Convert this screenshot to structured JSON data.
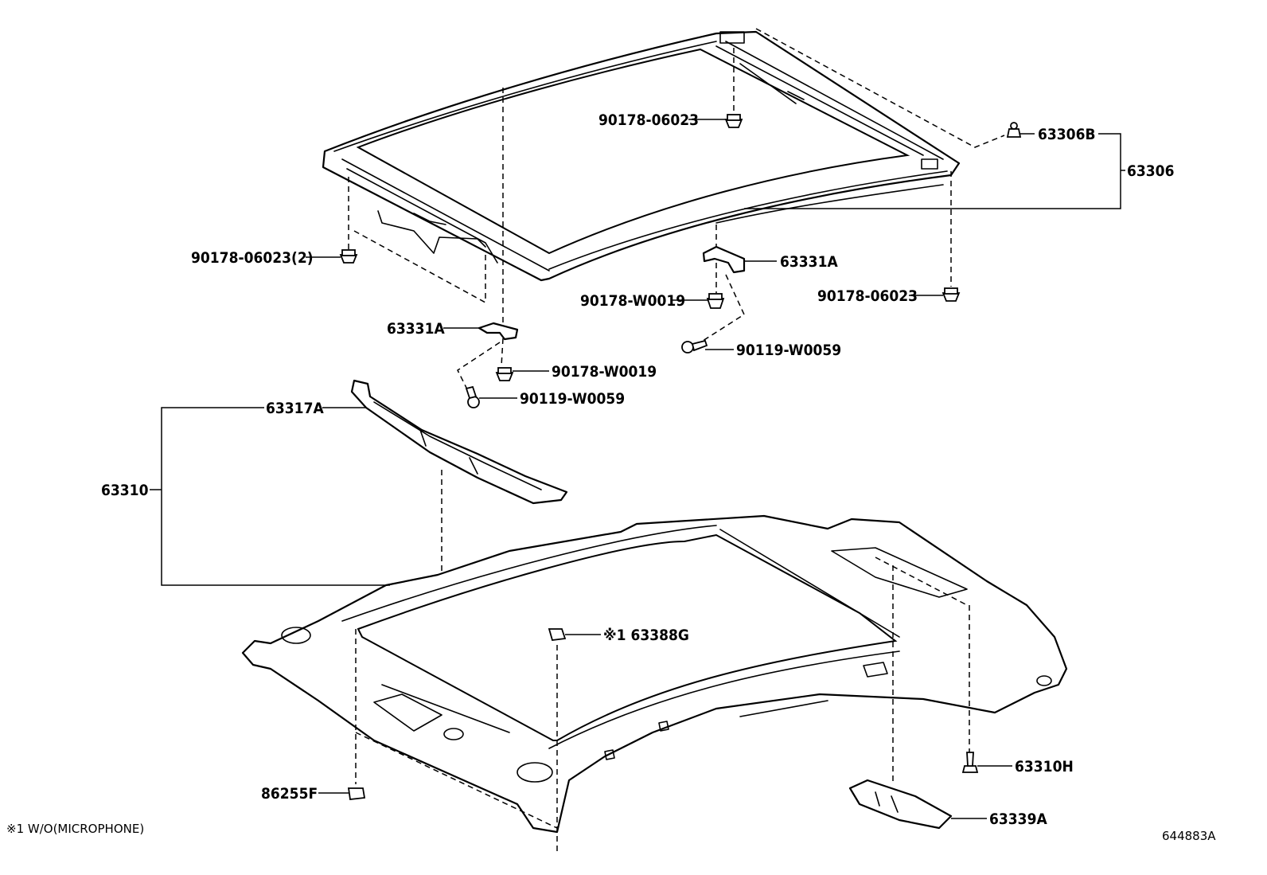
{
  "labels": {
    "nut_upper_center": "90178-06023",
    "clip_63306B": "63306B",
    "assy_63306": "63306",
    "nut_left_2": "90178-06023(2)",
    "bracket_right": "63331A",
    "nut_w0019_right": "90178-W0019",
    "nut_upper_right": "90178-06023",
    "screw_right": "90119-W0059",
    "bracket_left": "63331A",
    "nut_w0019_left": "90178-W0019",
    "screw_left": "90119-W0059",
    "trim_63317A": "63317A",
    "assy_63310": "63310",
    "note_63388G": "※1 63388G",
    "clip_63310H": "63310H",
    "clip_86255F": "86255F",
    "bracket_63339A": "63339A"
  },
  "footnote": "※1 W/O(MICROPHONE)",
  "drawing_number": "644883A"
}
